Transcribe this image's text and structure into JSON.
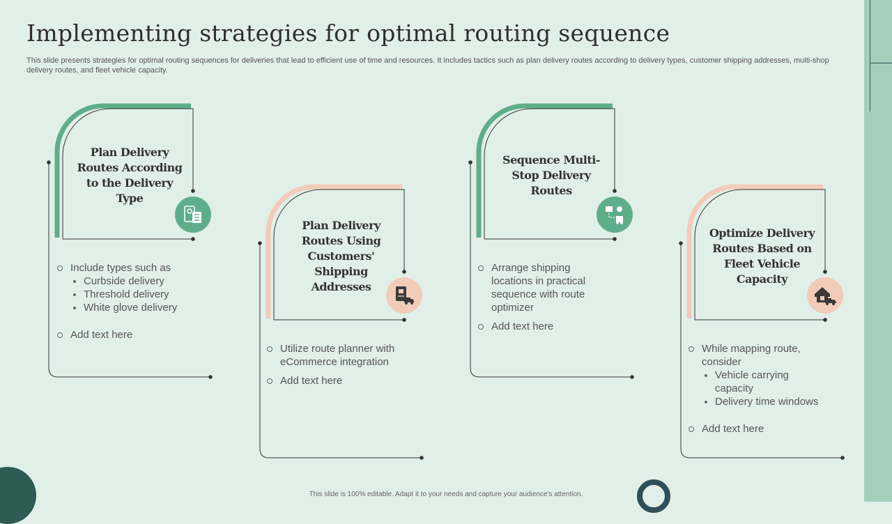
{
  "title": "Implementing strategies for optimal routing sequence",
  "subtitle": "This slide presents strategies for optimal routing sequences for deliveries that lead to efficient use of time and resources. It includes tactics such as plan delivery routes according to delivery types, customer shipping addresses, multi-shop delivery routes, and fleet vehicle capacity.",
  "footer": "This slide is 100% editable. Adapt it to your needs and capture your audience's attention.",
  "colors": {
    "green": "#5fae8b",
    "peach": "#f2ccb9",
    "line": "#333333",
    "background": "#e1efe9",
    "strip": "#a4cfbb"
  },
  "cards": [
    {
      "title": "Plan Delivery Routes According to the Delivery Type",
      "icon": "delivery-checklist-icon",
      "items": [
        {
          "text": "Include types such as",
          "sub": [
            "Curbside delivery",
            "Threshold delivery",
            "White glove delivery"
          ]
        },
        {
          "text": "Add text here"
        }
      ]
    },
    {
      "title": "Plan Delivery Routes Using Customers' Shipping Addresses",
      "icon": "shipping-address-icon",
      "items": [
        {
          "text": "Utilize route planner with eCommerce integration"
        },
        {
          "text": "Add text here"
        }
      ]
    },
    {
      "title": "Sequence Multi-Stop Delivery Routes",
      "icon": "multi-stop-route-icon",
      "items": [
        {
          "text": "Arrange shipping locations in practical sequence with route optimizer"
        },
        {
          "text": "Add text here"
        }
      ]
    },
    {
      "title": "Optimize Delivery Routes Based on Fleet Vehicle Capacity",
      "icon": "warehouse-truck-icon",
      "items": [
        {
          "text": "While mapping route, consider",
          "sub": [
            "Vehicle carrying capacity",
            "Delivery time windows"
          ]
        },
        {
          "text": "Add text here"
        }
      ]
    }
  ]
}
